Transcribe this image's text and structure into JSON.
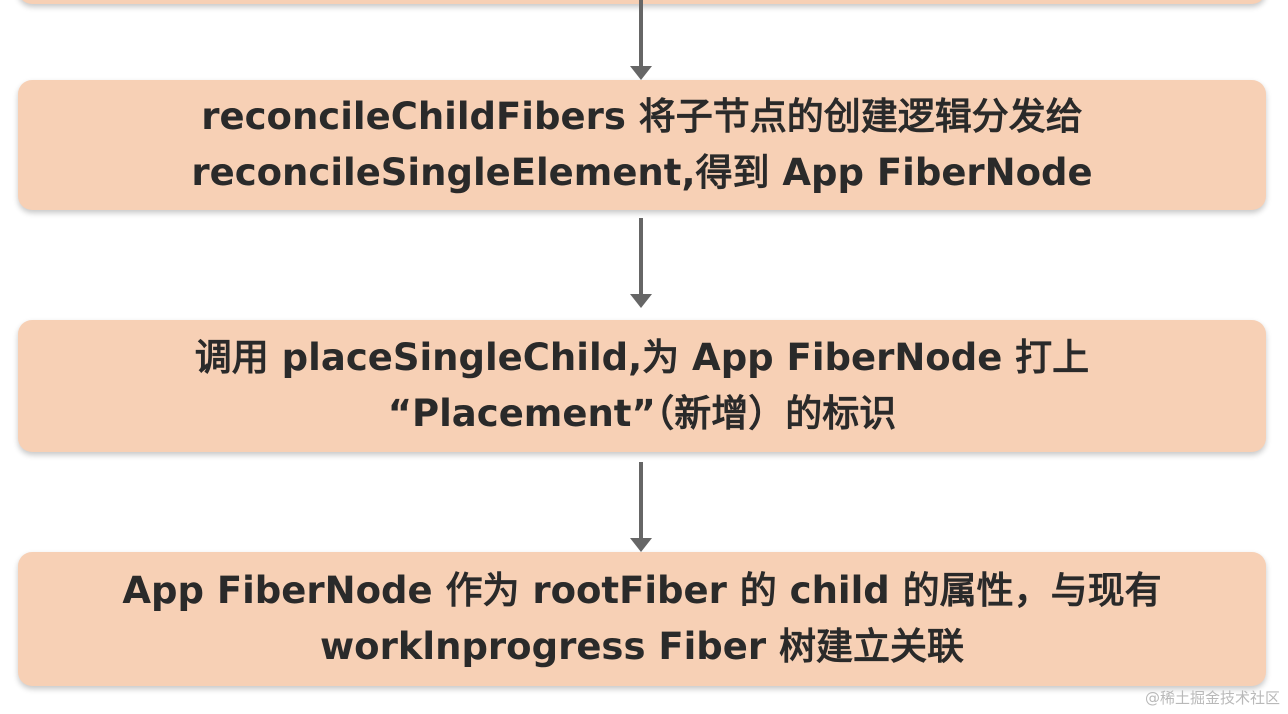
{
  "steps": [
    {
      "line1": "reconcileChildFibers 将子节点的创建逻辑分发给",
      "line2": "reconcileSingleElement,得到 App FiberNode"
    },
    {
      "line1": "调用 placeSingleChild,为 App FiberNode 打上",
      "line2": "“Placement”（新增）的标识"
    },
    {
      "line1": "App FiberNode 作为 rootFiber 的 child 的属性，与现有",
      "line2": "worklnprogress Fiber 树建立关联"
    }
  ],
  "watermark": "@稀土掘金技术社区",
  "colors": {
    "box_fill": "#f7d0b5",
    "arrow": "#666666",
    "text": "#2a2a2a"
  }
}
